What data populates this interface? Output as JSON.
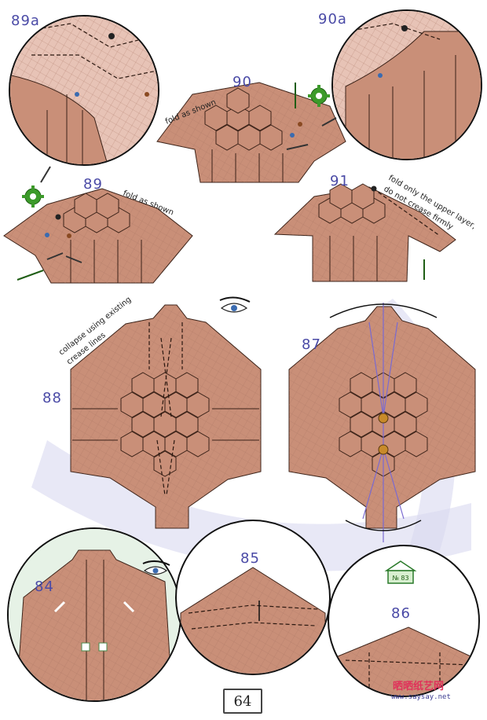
{
  "steps": {
    "s89a": "89a",
    "s90a": "90a",
    "s90": "90",
    "s89": "89",
    "s91": "91",
    "s88": "88",
    "s87": "87",
    "s84": "84",
    "s85": "85",
    "s86": "86"
  },
  "notes": {
    "fold_as_shown_90": "fold as shown",
    "fold_as_shown_89": "fold as shown",
    "fold_upper_line1": "fold only the upper layer,",
    "fold_upper_line2": "do not crease firmly",
    "collapse_line1": "collapse using existing",
    "collapse_line2": "crease lines"
  },
  "badge": {
    "label": "№ 83"
  },
  "page": {
    "number": "64"
  },
  "watermark": {
    "site": "晒晒纸艺网",
    "url": "www.saysay.net"
  },
  "colors": {
    "paper": "#c98f78",
    "ink": "#3b2218",
    "step_number": "#4a4aa6",
    "gear": "#3c9a2a",
    "watermark": "#e0325a"
  },
  "icons": [
    "gear-icon",
    "eye-icon",
    "arrow-icon",
    "rotate-arrow-icon",
    "house-badge-icon"
  ]
}
